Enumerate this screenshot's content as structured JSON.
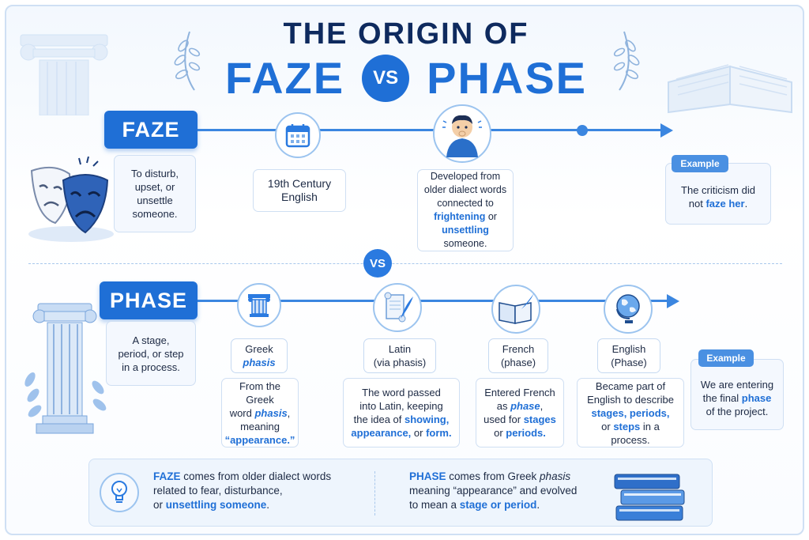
{
  "title": {
    "line1": "THE ORIGIN OF",
    "left_word": "FAZE",
    "vs": "VS",
    "right_word": "PHASE"
  },
  "faze": {
    "label": "FAZE",
    "definition": [
      "To disturb,",
      "upset, or",
      "unsettle",
      "someone."
    ],
    "timeline_1": [
      "19th Century",
      "English"
    ],
    "timeline_2_plain1": "Developed from",
    "timeline_2_plain2": "older dialect words",
    "timeline_2_plain3": "connected to",
    "timeline_2_hl1": "frightening",
    "timeline_2_plain4": "or",
    "timeline_2_hl2": "unsettling",
    "timeline_2_plain5": "someone.",
    "example_label": "Example",
    "example_text1": "The criticism did",
    "example_text2a": "not ",
    "example_hl": "faze her",
    "example_text2b": "."
  },
  "middle_vs": "VS",
  "phase": {
    "label": "PHASE",
    "definition": [
      "A stage,",
      "period, or step",
      "in a process."
    ],
    "stages": [
      {
        "title1": "Greek",
        "title2": "phasis"
      },
      {
        "title1": "Latin",
        "title2": "(via phasis)"
      },
      {
        "title1": "French",
        "title2": "(phase)"
      },
      {
        "title1": "English",
        "title2": "(Phase)"
      }
    ],
    "stage_desc": {
      "greek_1": "From the Greek",
      "greek_2": "word ",
      "greek_hl": "phasis",
      "greek_3": ",",
      "greek_4": "meaning",
      "greek_hl2": "“appearance.”",
      "latin_1": "The word passed",
      "latin_2": "into Latin, keeping",
      "latin_3": "the idea of ",
      "latin_hl1": "showing,",
      "latin_hl2": "appearance,",
      "latin_4": " or ",
      "latin_hl3": "form.",
      "french_1": "Entered French",
      "french_2": "as ",
      "french_hl1": "phase",
      "french_3": ",",
      "french_4": "used for ",
      "french_hl2": "stages",
      "french_5": "or ",
      "french_hl3": "periods.",
      "english_1": "Became part of",
      "english_2": "English to describe",
      "english_hl1": "stages, periods,",
      "english_3": "or ",
      "english_hl2": "steps",
      "english_4": " in a process."
    },
    "example_label": "Example",
    "example_1": "We are entering",
    "example_2": "the final ",
    "example_hl": "phase",
    "example_3": "of the project."
  },
  "summary": {
    "left_hl": "FAZE",
    "left_1": " comes from older dialect words",
    "left_2": "related to fear, disturbance,",
    "left_3": "or ",
    "left_hl2": "unsettling someone",
    "left_4": ".",
    "right_hl": "PHASE",
    "right_1": " comes from Greek ",
    "right_it": "phasis",
    "right_2": "meaning “appearance” and evolved",
    "right_3": "to mean a ",
    "right_hl2": "stage or period",
    "right_4": "."
  },
  "colors": {
    "accent": "#1f6fd6",
    "navy": "#0e2a5e",
    "line": "#3b86e0"
  },
  "icons": [
    "calendar-icon",
    "worried-person-icon",
    "theater-masks-icon",
    "column-icon",
    "scroll-quill-icon",
    "book-quill-icon",
    "globe-icon",
    "lightbulb-icon",
    "books-icon",
    "open-book-icon",
    "laurel-icon"
  ]
}
